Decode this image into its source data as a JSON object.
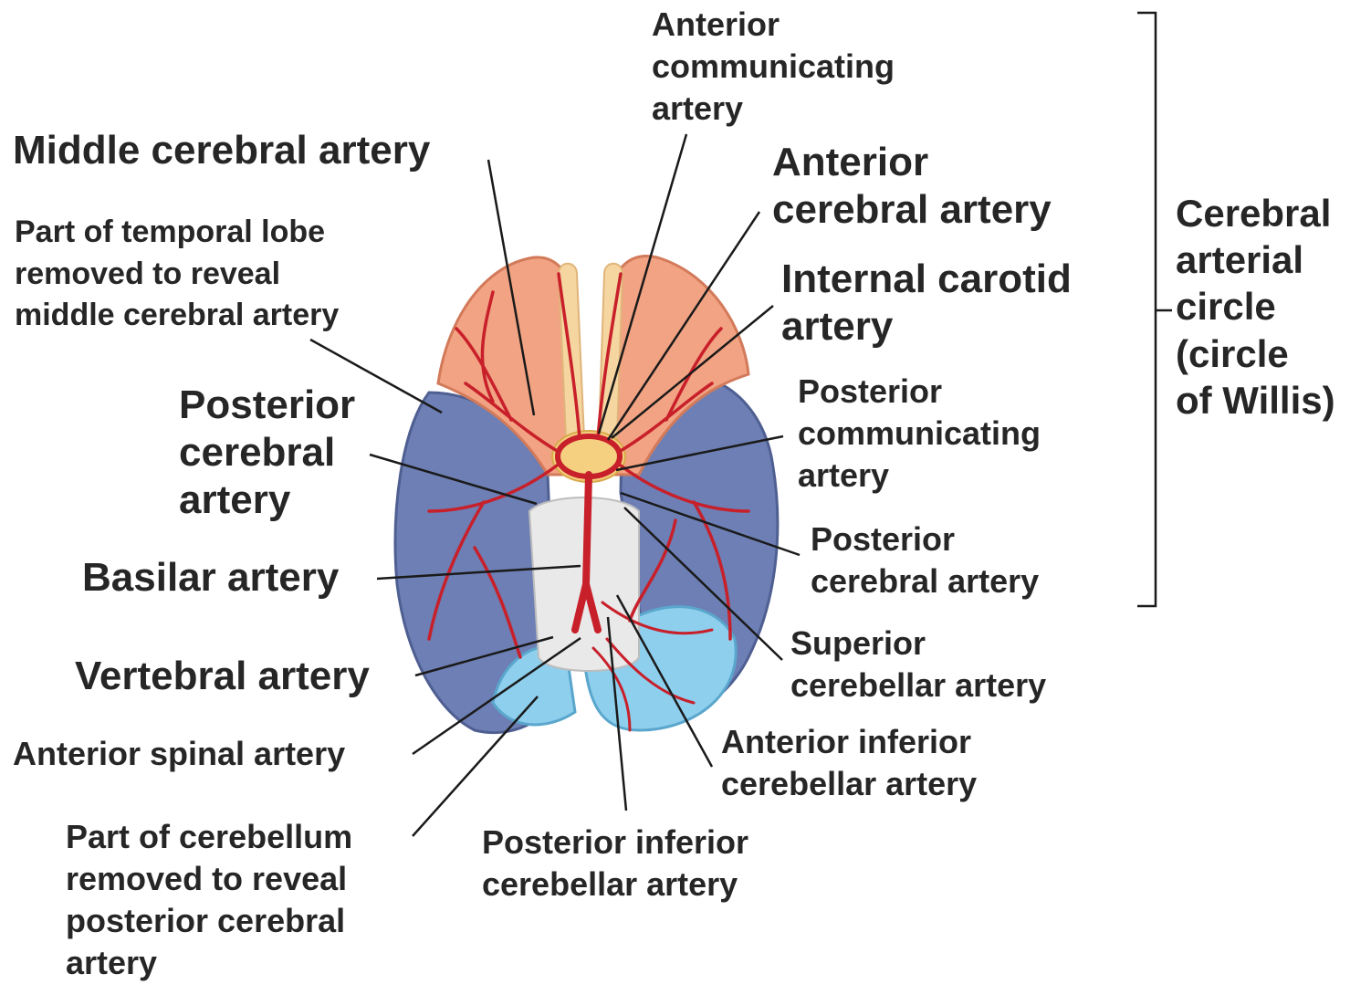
{
  "labels": {
    "middle_cerebral": "Middle cerebral artery",
    "temporal_lobe": "Part of temporal lobe\nremoved to reveal\nmiddle cerebral artery",
    "posterior_cerebral_left": "Posterior\ncerebral\nartery",
    "basilar": "Basilar artery",
    "vertebral": "Vertebral artery",
    "anterior_spinal": "Anterior spinal artery",
    "cerebellum_part": "Part of cerebellum\nremoved to reveal\nposterior cerebral\nartery",
    "anterior_communicating": "Anterior\ncommunicating\nartery",
    "anterior_cerebral": "Anterior\ncerebral artery",
    "internal_carotid": "Internal carotid\nartery",
    "posterior_communicating": "Posterior\ncommunicating\nartery",
    "posterior_cerebral_right": "Posterior\ncerebral artery",
    "superior_cerebellar": "Superior\ncerebellar artery",
    "anterior_inferior_cerebellar": "Anterior inferior\ncerebellar artery",
    "posterior_inferior_cerebellar": "Posterior inferior\ncerebellar artery",
    "bracket_label": "Cerebral\narterial\ncircle\n(circle\nof Willis)"
  },
  "colors": {
    "frontal_lobe": "#f2a383",
    "temporal_lobe": "#6d7fb4",
    "cerebellum": "#8ecfee",
    "artery": "#c8202a",
    "text": "#262626"
  }
}
